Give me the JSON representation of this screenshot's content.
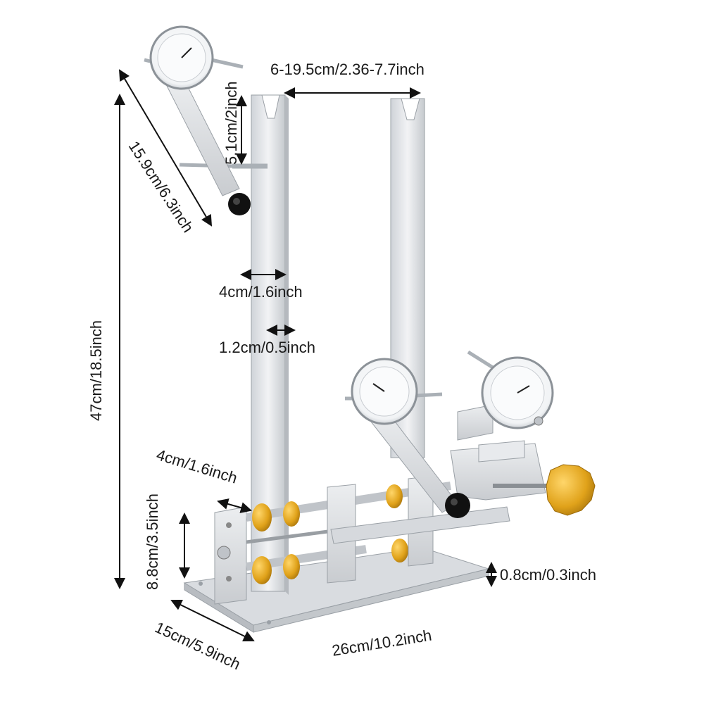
{
  "labels": {
    "gap": "6-19.5cm/2.36-7.7inch",
    "upright_height": "5.1cm/2inch",
    "arm_length": "15.9cm/6.3inch",
    "total_height": "47cm/18.5inch",
    "upright_width": "4cm/1.6inch",
    "upright_thickness": "1.2cm/0.5inch",
    "block_width": "4cm/1.6inch",
    "block_height": "8.8cm/3.5inch",
    "base_thickness": "0.8cm/0.3inch",
    "base_width": "15cm/5.9inch",
    "base_length": "26cm/10.2inch"
  },
  "colors": {
    "aluminum": "#e3e5e8",
    "brass": "#e0a21a",
    "knob": "#111111",
    "line": "#111111"
  }
}
